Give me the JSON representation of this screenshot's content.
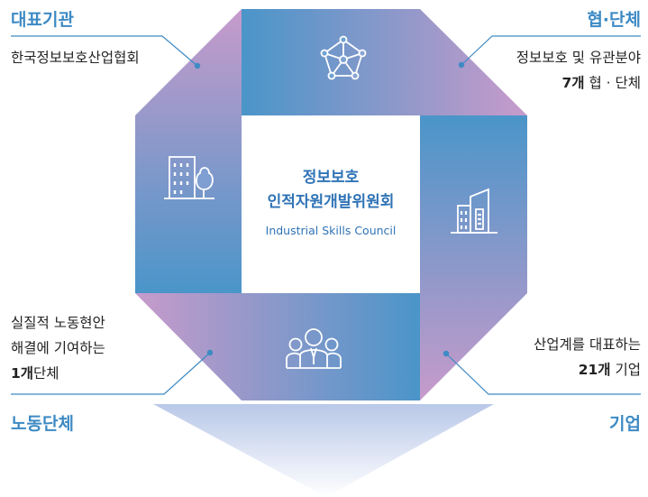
{
  "center": {
    "title_line1": "정보보호",
    "title_line2": "인적자원개발위원회",
    "subtitle": "Industrial Skills Council"
  },
  "groups": {
    "top_left": {
      "heading": "대표기관",
      "desc": "한국정보보호산업협회"
    },
    "top_right": {
      "heading": "협·단체",
      "desc_line1": "정보보호 및 유관분야",
      "count": "7개",
      "desc_line2_rest": "협 · 단체"
    },
    "bottom_left": {
      "heading": "노동단체",
      "desc_line1": "실질적 노동현안",
      "desc_line2": "해결에 기여하는",
      "count": "1개",
      "desc_line3_rest": "단체"
    },
    "bottom_right": {
      "heading": "기업",
      "desc_line1": "산업계를 대표하는",
      "count": "21개",
      "desc_line2_rest": "기업"
    }
  },
  "icons": {
    "top": "network-icon",
    "left": "building-tree-icon",
    "right": "city-buildings-icon",
    "bottom": "people-group-icon"
  },
  "colors": {
    "accent_blue": "#3d8ac4",
    "band_blue": "#4a95c9",
    "band_purple": "#c79bcb",
    "heading_blue": "#3d8ac4",
    "center_text": "#2f73b6"
  }
}
